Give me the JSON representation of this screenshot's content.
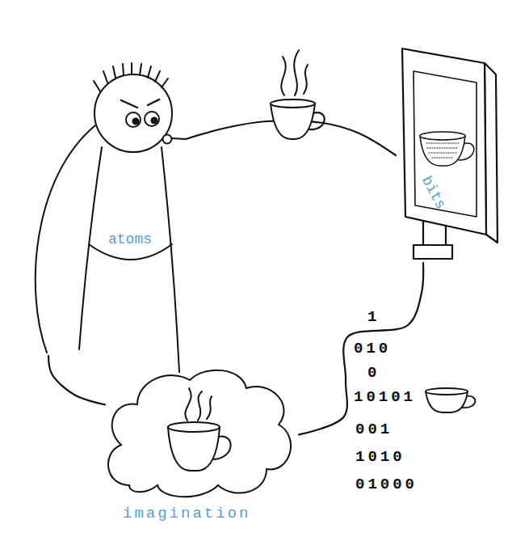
{
  "diagram": {
    "nodes": [
      {
        "text": [
          "atoms"
        ]
      },
      {
        "text": [
          "bits"
        ]
      },
      {
        "text": [
          "imagination"
        ]
      }
    ],
    "edges": [
      {
        "from": 0,
        "to": 1,
        "arrow": "none"
      },
      {
        "from": 1,
        "to": 2,
        "arrow": "none"
      },
      {
        "from": 2,
        "to": 0,
        "arrow": "none"
      }
    ],
    "labels": [
      "1",
      "010",
      "0",
      "10101",
      "001",
      "1010",
      "01000"
    ]
  }
}
